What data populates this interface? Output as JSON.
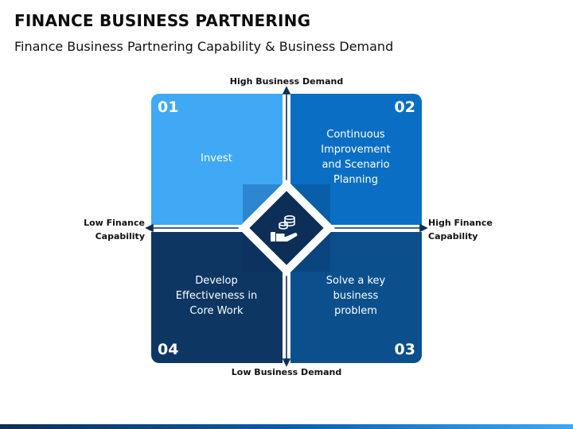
{
  "slide": {
    "title": "FINANCE BUSINESS PARTNERING",
    "subtitle": "Finance Business Partnering Capability & Business Demand"
  },
  "axes": {
    "top": "High Business Demand",
    "bottom": "Low Business Demand",
    "left_line1": "Low Finance",
    "left_line2": "Capability",
    "right_line1": "High Finance",
    "right_line2": "Capability"
  },
  "quadrants": [
    {
      "number": "01",
      "lines": [
        "Invest"
      ],
      "color": "#3fa9f5"
    },
    {
      "number": "02",
      "lines": [
        "Continuous",
        "Improvement",
        "and Scenario",
        "Planning"
      ],
      "color": "#0a6fc4"
    },
    {
      "number": "03",
      "lines": [
        "Solve a key",
        "business",
        "problem"
      ],
      "color": "#0b4f8c"
    },
    {
      "number": "04",
      "lines": [
        "Develop",
        "Effectiveness in",
        "Core Work"
      ],
      "color": "#0d3663"
    }
  ],
  "center": {
    "icon": "money-hand-icon"
  }
}
